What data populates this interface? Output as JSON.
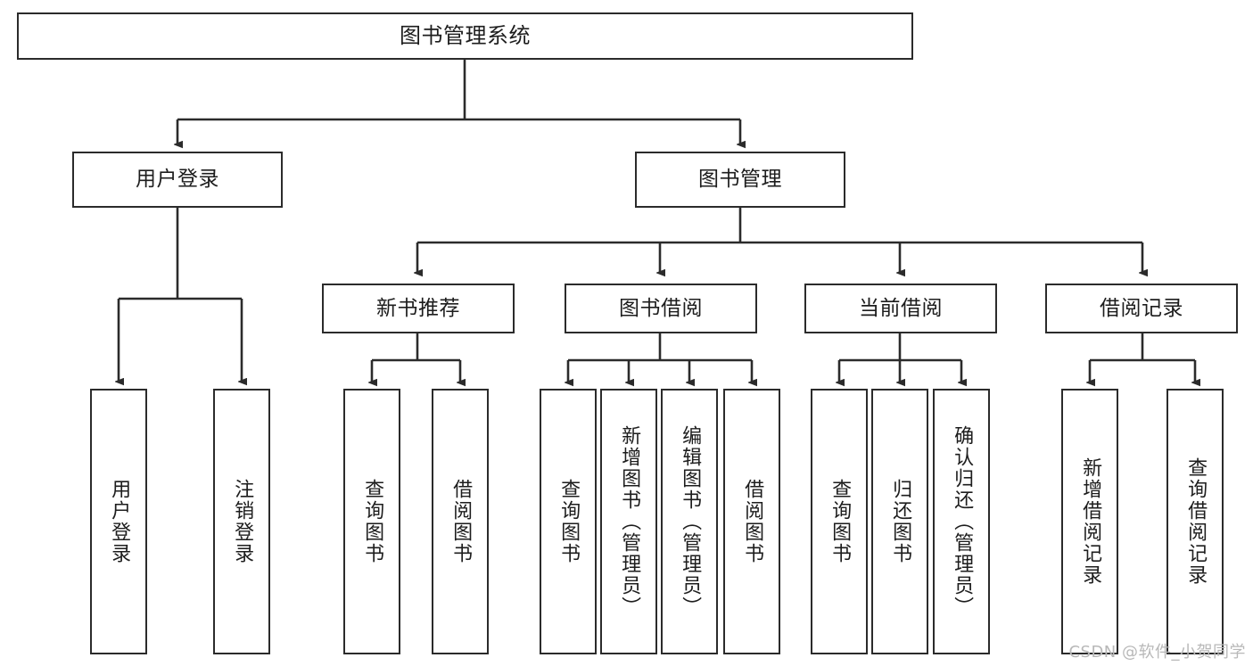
{
  "diagram": {
    "type": "tree",
    "title": "图书管理系统",
    "watermark": "CSDN @软件_小贺同学",
    "root": {
      "label": "图书管理系统"
    },
    "level2": [
      {
        "id": "user-login",
        "label": "用户登录"
      },
      {
        "id": "book-manage",
        "label": "图书管理"
      }
    ],
    "level3": [
      {
        "id": "new-book-recommend",
        "label": "新书推荐",
        "parent": "book-manage"
      },
      {
        "id": "book-borrow",
        "label": "图书借阅",
        "parent": "book-manage"
      },
      {
        "id": "current-borrow",
        "label": "当前借阅",
        "parent": "book-manage"
      },
      {
        "id": "borrow-record",
        "label": "借阅记录",
        "parent": "book-manage"
      }
    ],
    "leaves": [
      {
        "id": "leaf-user-login",
        "label": "用户登录",
        "parent": "user-login"
      },
      {
        "id": "leaf-user-logout",
        "label": "注销登录",
        "parent": "user-login"
      },
      {
        "id": "leaf-query-book-1",
        "label": "查询图书",
        "parent": "new-book-recommend"
      },
      {
        "id": "leaf-borrow-book-1",
        "label": "借阅图书",
        "parent": "new-book-recommend"
      },
      {
        "id": "leaf-query-book-2",
        "label": "查询图书",
        "parent": "book-borrow"
      },
      {
        "id": "leaf-add-book",
        "label": "新增图书（管理员）",
        "parent": "book-borrow"
      },
      {
        "id": "leaf-edit-book",
        "label": "编辑图书（管理员）",
        "parent": "book-borrow"
      },
      {
        "id": "leaf-borrow-book-2",
        "label": "借阅图书",
        "parent": "book-borrow"
      },
      {
        "id": "leaf-query-book-3",
        "label": "查询图书",
        "parent": "current-borrow"
      },
      {
        "id": "leaf-return-book",
        "label": "归还图书",
        "parent": "current-borrow"
      },
      {
        "id": "leaf-confirm-return",
        "label": "确认归还（管理员）",
        "parent": "current-borrow"
      },
      {
        "id": "leaf-add-record",
        "label": "新增借阅记录",
        "parent": "borrow-record"
      },
      {
        "id": "leaf-query-record",
        "label": "查询借阅记录",
        "parent": "borrow-record"
      }
    ],
    "colors": {
      "stroke": "#2b2b2b",
      "fill": "#ffffff",
      "text": "#1d1d1d",
      "watermark": "#b8b8b8"
    }
  }
}
